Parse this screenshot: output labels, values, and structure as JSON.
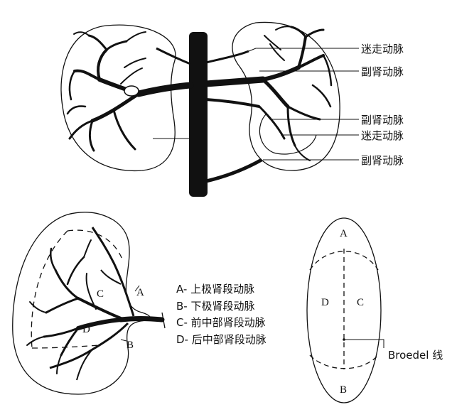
{
  "top_labels": [
    "迷走动脉",
    "副肾动脉",
    "副肾动脉",
    "迷走动脉",
    "副肾动脉"
  ],
  "kidney_segment_letters": {
    "A": "A",
    "B": "B",
    "C": "C",
    "D": "D"
  },
  "legend": [
    "A- 上极肾段动脉",
    "B- 下极肾段动脉",
    "C- 前中部肾段动脉",
    "D- 后中部肾段动脉"
  ],
  "oval_letters": {
    "A": "A",
    "B": "B",
    "C": "C",
    "D": "D"
  },
  "broedel_label": "Broedel 线",
  "colors": {
    "ink": "#111111",
    "background": "#ffffff"
  }
}
